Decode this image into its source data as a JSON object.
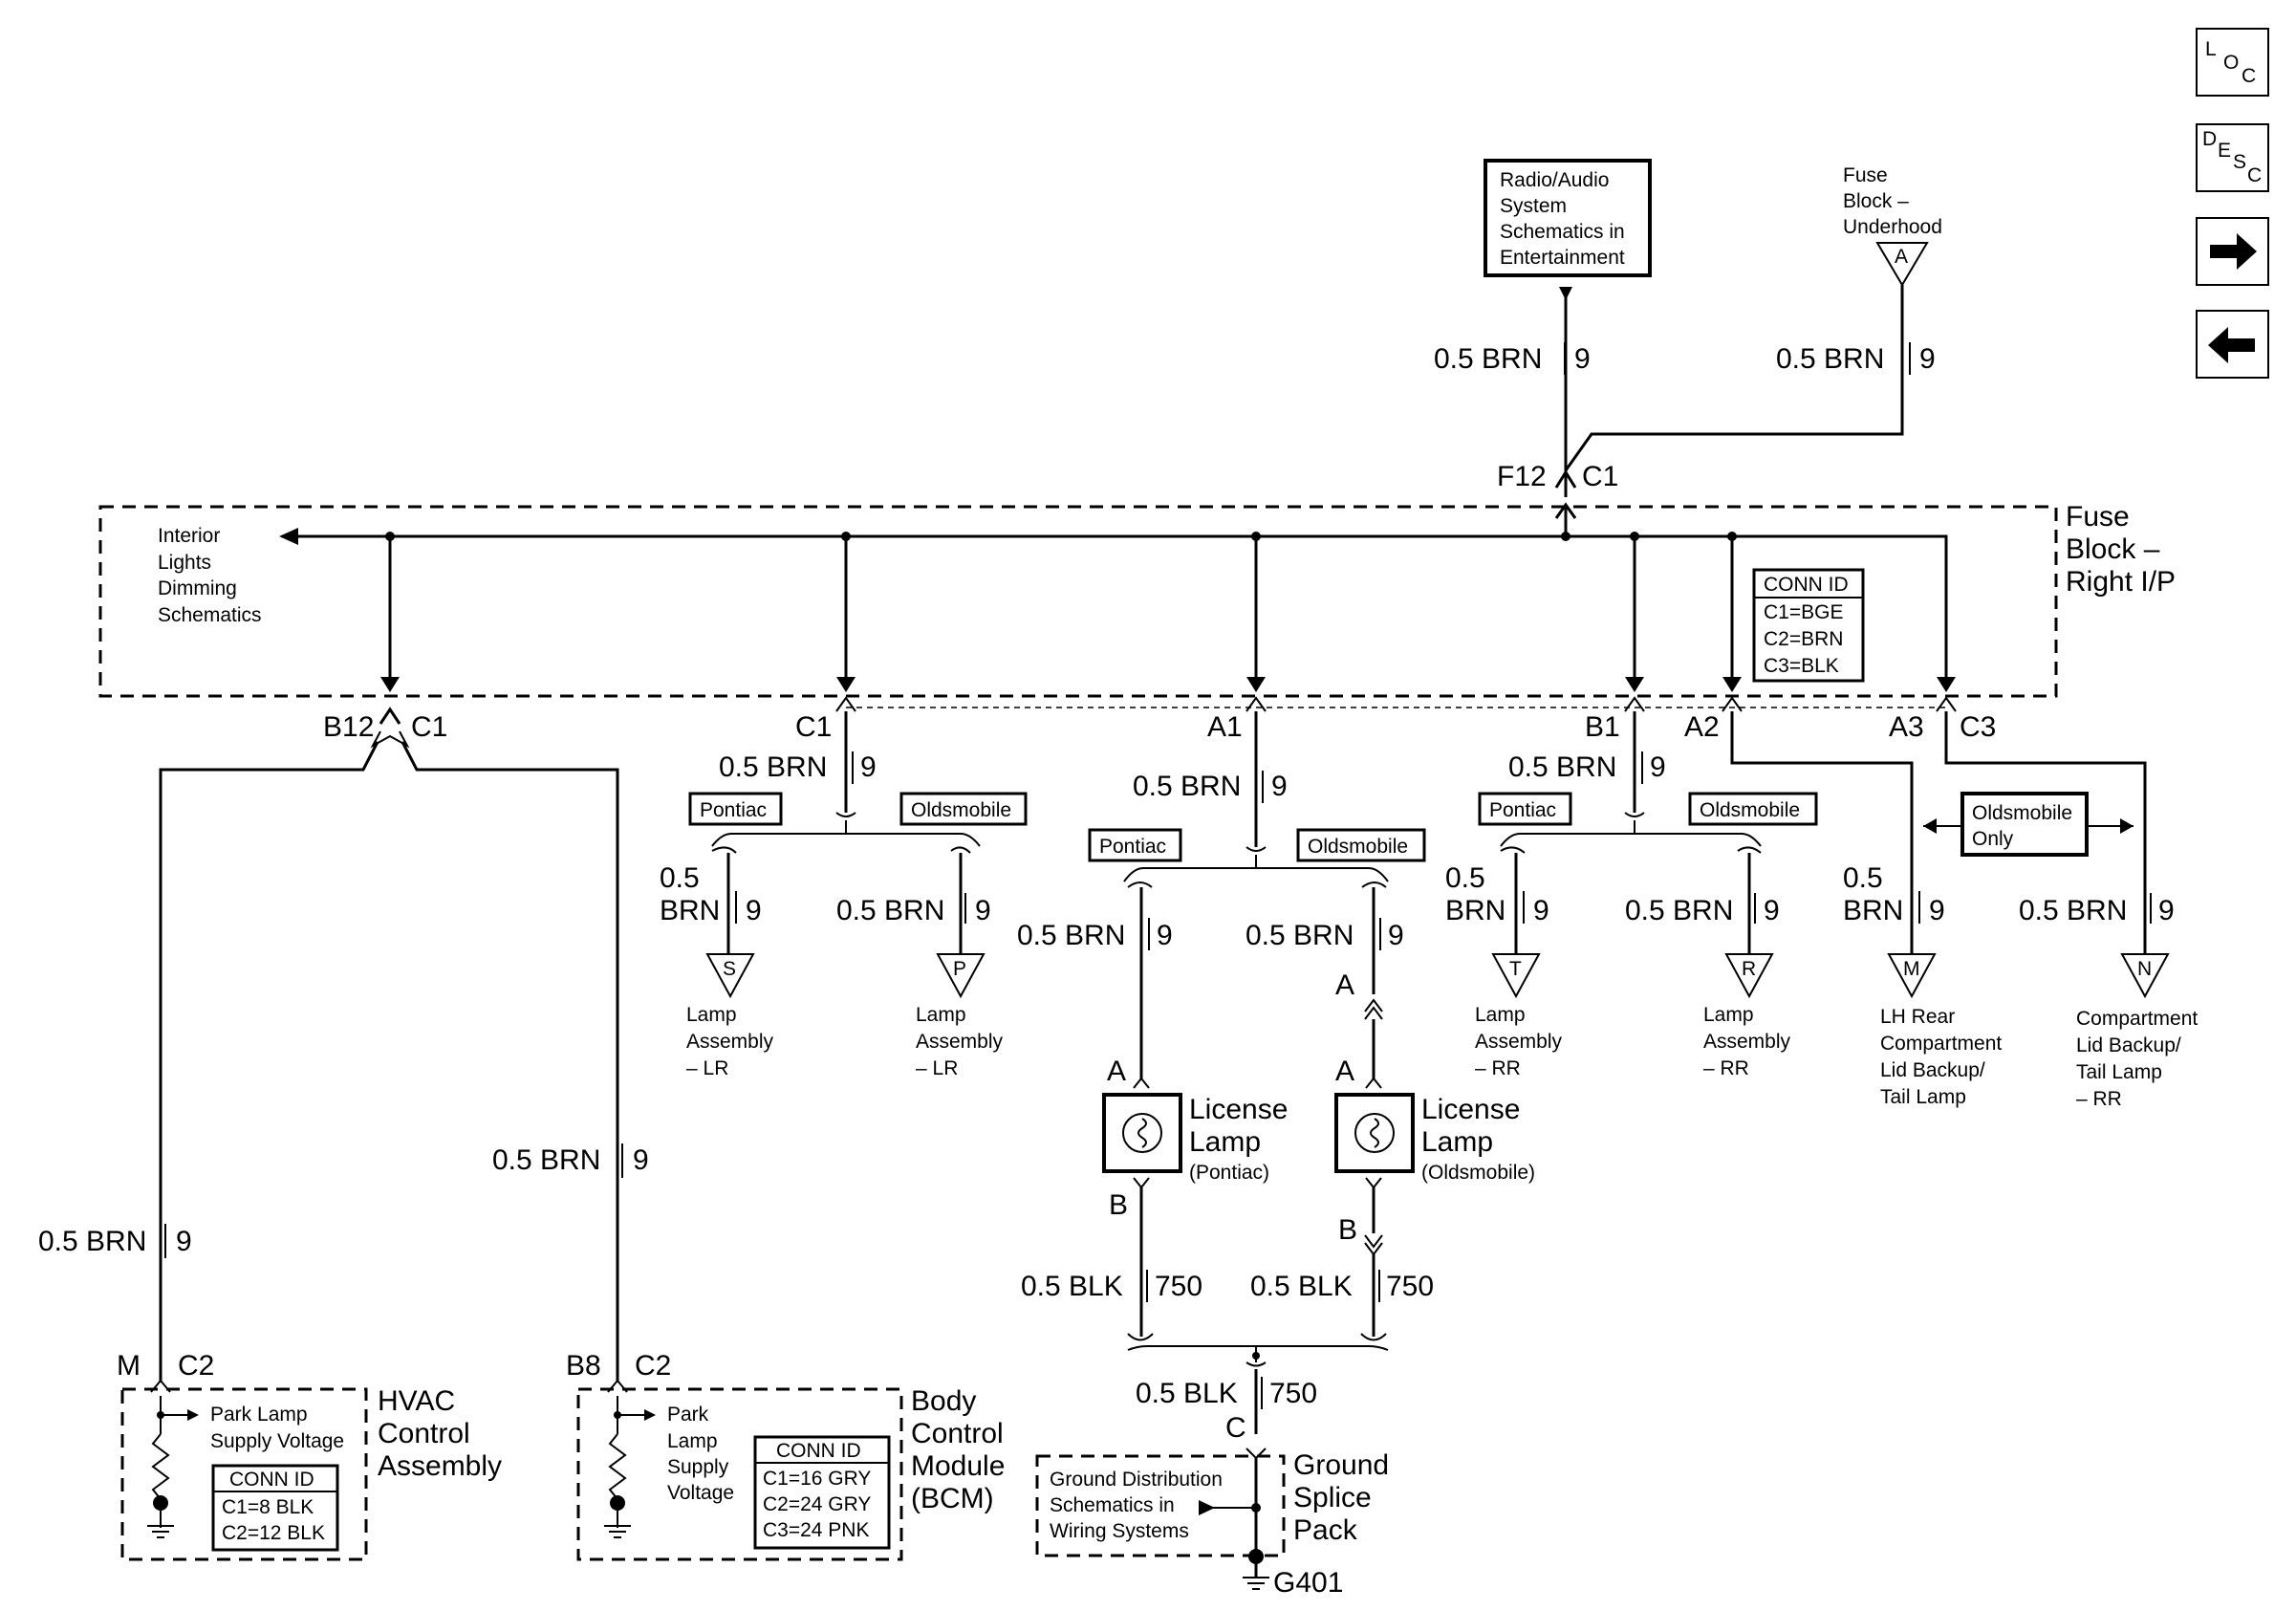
{
  "nav": {
    "loc_1": "L",
    "loc_2": "O",
    "loc_3": "C",
    "desc_1": "D",
    "desc_2": "E",
    "desc_3": "S",
    "desc_4": "C"
  },
  "radio_box": {
    "line1": "Radio/Audio",
    "line2": "System",
    "line3": "Schematics in",
    "line4": "Entertainment"
  },
  "fuse_underhood": {
    "line1": "Fuse",
    "line2": "Block –",
    "line3": "Underhood",
    "pin": "A"
  },
  "wire_brn": "0.5 BRN",
  "wire_brn_a": "0.5",
  "wire_brn_b": "BRN",
  "circuit_9": "9",
  "wire_blk": "0.5 BLK",
  "circuit_750": "750",
  "f12": "F12",
  "c1": "C1",
  "c2": "C2",
  "c3": "C3",
  "fuse_block": {
    "line1": "Fuse",
    "line2": "Block –",
    "line3": "Right I/P"
  },
  "interior": {
    "line1": "Interior",
    "line2": "Lights",
    "line3": "Dimming",
    "line4": "Schematics"
  },
  "conn_fuse": {
    "title": "CONN ID",
    "r1": "C1=BGE",
    "r2": "C2=BRN",
    "r3": "C3=BLK"
  },
  "pins": {
    "b12": "B12",
    "a1": "A1",
    "b1": "B1",
    "a2": "A2",
    "a3": "A3",
    "m": "M",
    "b8": "B8",
    "a": "A",
    "b": "B",
    "c": "C"
  },
  "pontiac": "Pontiac",
  "oldsmobile": "Oldsmobile",
  "olds_only": {
    "line1": "Oldsmobile",
    "line2": "Only"
  },
  "tri": {
    "s": "S",
    "p": "P",
    "t": "T",
    "r": "R",
    "m": "M",
    "n": "N"
  },
  "lamp_lr": {
    "line1": "Lamp",
    "line2": "Assembly",
    "line3": "– LR"
  },
  "lamp_rr": {
    "line1": "Lamp",
    "line2": "Assembly",
    "line3": "– RR"
  },
  "lh_rear": {
    "line1": "LH Rear",
    "line2": "Compartment",
    "line3": "Lid Backup/",
    "line4": "Tail Lamp"
  },
  "comp_lid": {
    "line1": "Compartment",
    "line2": "Lid Backup/",
    "line3": "Tail Lamp",
    "line4": "– RR"
  },
  "license_p": {
    "line1": "License",
    "line2": "Lamp",
    "line3": "(Pontiac)"
  },
  "license_o": {
    "line1": "License",
    "line2": "Lamp",
    "line3": "(Oldsmobile)"
  },
  "hvac": {
    "line1": "HVAC",
    "line2": "Control",
    "line3": "Assembly",
    "sig1": "Park Lamp",
    "sig2": "Supply Voltage"
  },
  "conn_hvac": {
    "title": "CONN ID",
    "r1": "C1=8 BLK",
    "r2": "C2=12 BLK"
  },
  "bcm": {
    "line1": "Body",
    "line2": "Control",
    "line3": "Module",
    "line4": "(BCM)",
    "sig1": "Park",
    "sig2": "Lamp",
    "sig3": "Supply",
    "sig4": "Voltage"
  },
  "conn_bcm": {
    "title": "CONN ID",
    "r1": "C1=16 GRY",
    "r2": "C2=24 GRY",
    "r3": "C3=24 PNK"
  },
  "ground_dist": {
    "line1": "Ground Distribution",
    "line2": "Schematics in",
    "line3": "Wiring Systems"
  },
  "ground_splice": {
    "line1": "Ground",
    "line2": "Splice",
    "line3": "Pack"
  },
  "g401": "G401"
}
